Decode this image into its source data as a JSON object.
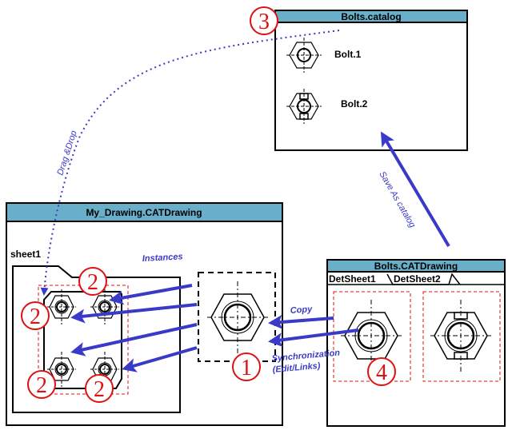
{
  "colors": {
    "title_bar": "#69afc9",
    "arrow_blue": "#3a3ac8",
    "callout_red": "#e01010",
    "line_black": "#000000"
  },
  "catalog_window": {
    "title": "Bolts.catalog",
    "items": [
      {
        "label": "Bolt.1",
        "icon": "hex-bolt-icon"
      },
      {
        "label": "Bolt.2",
        "icon": "hex-bolt-slotted-icon"
      }
    ]
  },
  "drawing_window": {
    "title": "My_Drawing.CATDrawing",
    "sheet_label": "sheet1"
  },
  "bolts_drawing_window": {
    "title": "Bolts.CATDrawing",
    "tabs": [
      "DetSheet1",
      "DetSheet2"
    ]
  },
  "annotations": {
    "drag_drop": "Drag &Drop",
    "instances": "Instances",
    "save_as_catalog": "Save As catalog",
    "copy": "Copy",
    "sync_line1": "Synchronization",
    "sync_line2": "(Edit/Links)"
  },
  "callouts": {
    "one": "1",
    "two": "2",
    "three": "3",
    "four": "4"
  }
}
